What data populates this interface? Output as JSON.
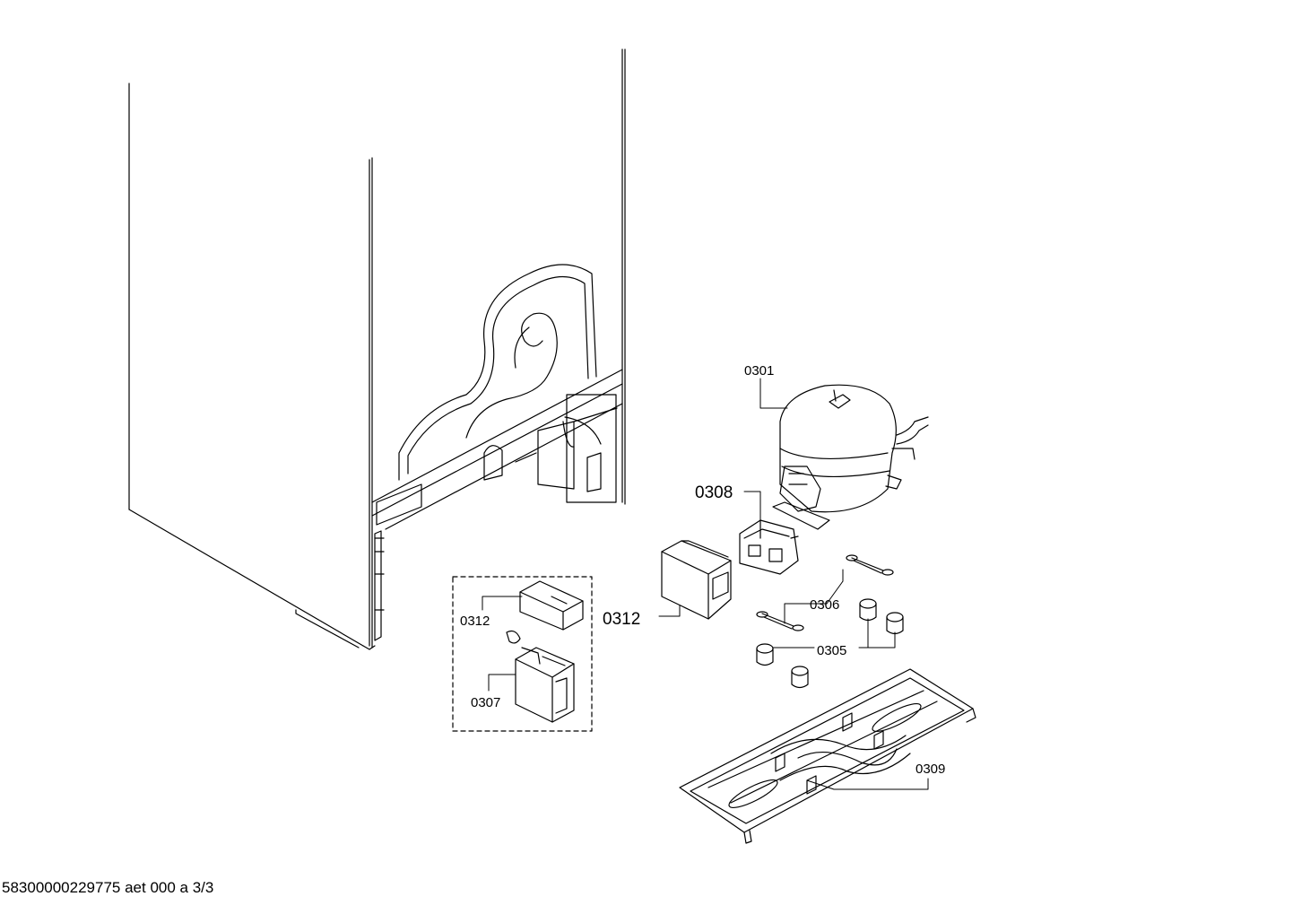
{
  "diagram": {
    "part_labels": {
      "compressor": "0301",
      "relay": "0308",
      "relay_cover": "0312",
      "inset_cover": "0312",
      "inset_module": "0307",
      "clips": "0306",
      "feet": "0305",
      "base_plate": "0309"
    },
    "footer_text": "58300000229775 aet 000 a 3/3"
  }
}
